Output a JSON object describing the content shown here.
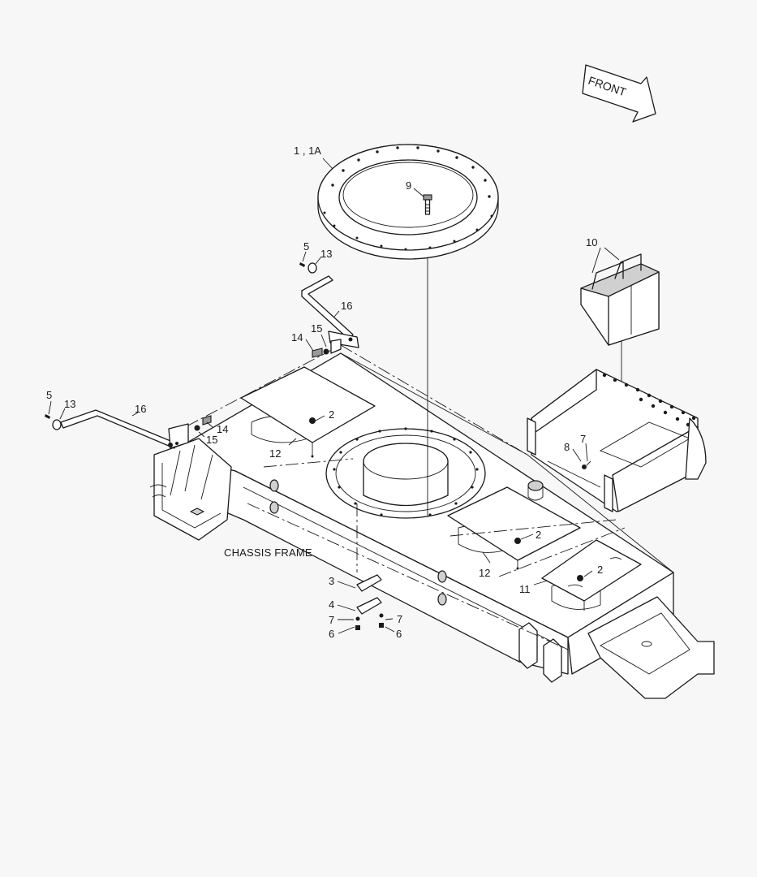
{
  "diagram": {
    "front_label": "FRONT",
    "frame_label": "CHASSIS FRAME",
    "callouts": {
      "c1_1a": "1 , 1A",
      "c2a": "2",
      "c2b": "2",
      "c2c": "2",
      "c3": "3",
      "c4": "4",
      "c5a": "5",
      "c5b": "5",
      "c6a": "6",
      "c6b": "6",
      "c7a": "7",
      "c7b": "7",
      "c7c": "7",
      "c8": "8",
      "c9": "9",
      "c10": "10",
      "c11": "11",
      "c12a": "12",
      "c12b": "12",
      "c13a": "13",
      "c13b": "13",
      "c14a": "14",
      "c14b": "14",
      "c15a": "15",
      "c15b": "15",
      "c16a": "16",
      "c16b": "16"
    }
  }
}
